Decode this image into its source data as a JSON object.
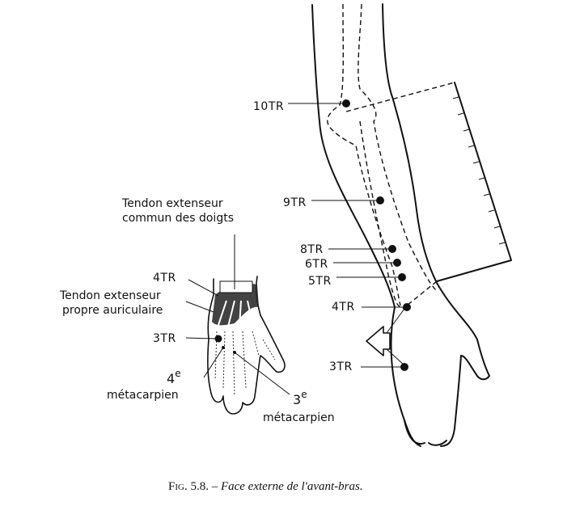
{
  "figure": {
    "caption_prefix": "Fig. 5.8.",
    "caption_dash": " – ",
    "caption_text": "Face externe de l'avant-bras."
  },
  "arm_labels": {
    "p10": "10TR",
    "p9": "9TR",
    "p8": "8TR",
    "p6": "6TR",
    "p5": "5TR",
    "p4": "4TR",
    "p3": "3TR"
  },
  "hand_labels": {
    "tendon_common_1": "Tendon extenseur",
    "tendon_common_2": "commun des doigts",
    "p4": "4TR",
    "tendon_little_1": "Tendon extenseur",
    "tendon_little_2": "propre auriculaire",
    "p3": "3TR",
    "meta4_num": "4",
    "meta4_sup": "e",
    "meta4_word": "métacarpien",
    "meta3_num": "3",
    "meta3_sup": "e",
    "meta3_word": "métacarpien"
  }
}
